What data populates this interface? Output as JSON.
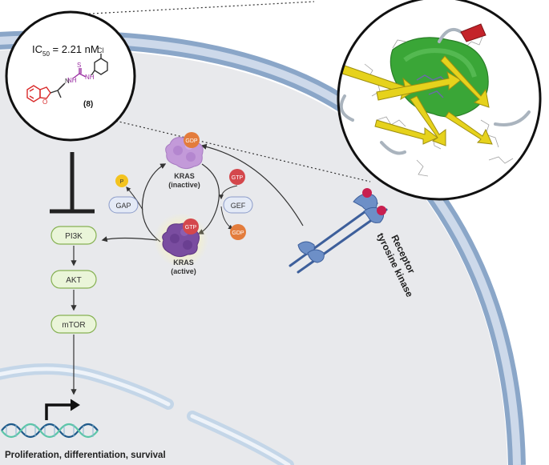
{
  "compound": {
    "ic50_prefix": "IC",
    "ic50_subscript": "50",
    "ic50_value": " = 2.21 nM",
    "label": "(8)",
    "atoms": {
      "chlorine": "Cl",
      "sulfur": "S",
      "nh1": "NH",
      "nh2": "NH",
      "n": "N",
      "oxygen": "O"
    }
  },
  "kras_cycle": {
    "inactive_name": "KRAS",
    "inactive_state": "(inactive)",
    "active_name": "KRAS",
    "active_state": "(active)",
    "gdp_top": "GDP",
    "gtp_active": "GTP",
    "gtp_right": "GTP",
    "gdp_right": "GDP",
    "phosphate": "P",
    "gap": "GAP",
    "gef": "GEF"
  },
  "pathway": {
    "steps": [
      "PI3K",
      "AKT",
      "mTOR"
    ]
  },
  "receptor": {
    "line1": "Receptor",
    "line2": "tyrosine kinase"
  },
  "outcome": "Proliferation, differentiation, survival",
  "colors": {
    "membrane_outer": "#8aa6c8",
    "membrane_inner": "#cdd9ea",
    "cytoplasm": "#e8e9ec",
    "pathway_box_fill": "#eaf5d9",
    "pathway_box_stroke": "#86b153",
    "gdp": "#e37c3c",
    "gtp": "#d4474c",
    "phosphate": "#f3c31f",
    "kras_inactive": "#c39ad9",
    "kras_active": "#7a4da0",
    "ribbon": "#e6d21c",
    "pocket": "#3aa637",
    "dna_blue": "#1f5a8a",
    "dna_green": "#5cc6a8",
    "furan_ring": "#d92b2b",
    "thiourea": "#9b2fa3"
  }
}
